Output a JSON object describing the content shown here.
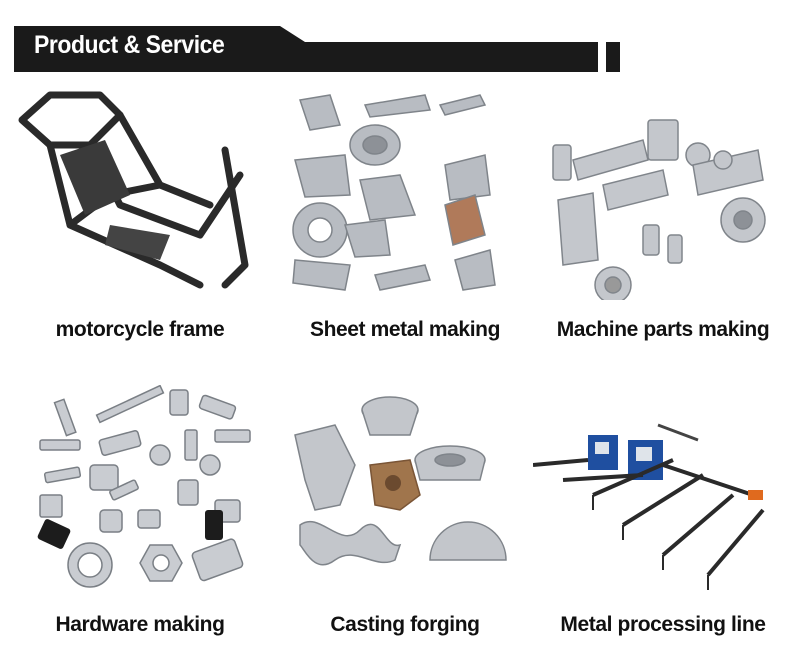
{
  "header": {
    "title": "Product & Service"
  },
  "products": [
    {
      "label": "motorcycle frame",
      "icon": "motorcycle-frame-image"
    },
    {
      "label": "Sheet metal making",
      "icon": "sheet-metal-parts-image"
    },
    {
      "label": "Machine parts making",
      "icon": "machined-parts-image"
    },
    {
      "label": "Hardware making",
      "icon": "hardware-fasteners-image"
    },
    {
      "label": "Casting forging",
      "icon": "casting-parts-image"
    },
    {
      "label": "Metal processing line",
      "icon": "processing-line-image"
    }
  ],
  "colors": {
    "banner": "#1a1a1a",
    "text": "#111111",
    "metal": "#b8bcc2",
    "frame": "#2a2a2a",
    "line-accent": "#1f4fa0"
  }
}
